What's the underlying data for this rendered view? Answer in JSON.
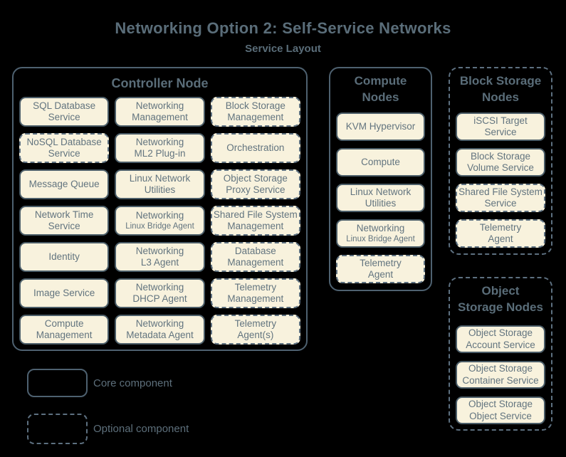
{
  "title": "Networking Option 2: Self-Service Networks",
  "subtitle": "Service Layout",
  "colors": {
    "background": "#000000",
    "box_fill": "#f8f2dd",
    "solid_border": "#4b5d68",
    "dashed_border": "#5d7080",
    "text": "#62747f",
    "heading": "#5a6d79"
  },
  "groups": [
    {
      "id": "controller",
      "title": "Controller Node",
      "title_lines": [
        "Controller Node"
      ],
      "border": "solid",
      "services": [
        {
          "lines": [
            "SQL Database",
            "Service"
          ],
          "optional": false
        },
        {
          "lines": [
            "Networking",
            "Management"
          ],
          "optional": false
        },
        {
          "lines": [
            "Block Storage",
            "Management"
          ],
          "optional": true
        },
        {
          "lines": [
            "NoSQL Database",
            "Service"
          ],
          "optional": true
        },
        {
          "lines": [
            "Networking",
            "ML2 Plug-in"
          ],
          "optional": false
        },
        {
          "lines": [
            "Orchestration"
          ],
          "optional": true
        },
        {
          "lines": [
            "Message Queue"
          ],
          "optional": false
        },
        {
          "lines": [
            "Linux Network",
            "Utilities"
          ],
          "optional": false
        },
        {
          "lines": [
            "Object Storage",
            "Proxy Service"
          ],
          "optional": true
        },
        {
          "lines": [
            "Network Time",
            "Service"
          ],
          "optional": false
        },
        {
          "lines": [
            "Networking"
          ],
          "small_lines": [
            "Linux Bridge Agent"
          ],
          "optional": false
        },
        {
          "lines": [
            "Shared File System",
            "Management"
          ],
          "optional": true
        },
        {
          "lines": [
            "Identity"
          ],
          "optional": false
        },
        {
          "lines": [
            "Networking",
            "L3 Agent"
          ],
          "optional": false
        },
        {
          "lines": [
            "Database",
            "Management"
          ],
          "optional": true
        },
        {
          "lines": [
            "Image Service"
          ],
          "optional": false
        },
        {
          "lines": [
            "Networking",
            "DHCP Agent"
          ],
          "optional": false
        },
        {
          "lines": [
            "Telemetry",
            "Management"
          ],
          "optional": true
        },
        {
          "lines": [
            "Compute",
            "Management"
          ],
          "optional": false
        },
        {
          "lines": [
            "Networking",
            "Metadata Agent"
          ],
          "optional": false
        },
        {
          "lines": [
            "Telemetry",
            "Agent(s)"
          ],
          "optional": true
        }
      ]
    },
    {
      "id": "compute",
      "title": "Compute Nodes",
      "title_lines": [
        "Compute",
        "Nodes"
      ],
      "border": "solid",
      "services": [
        {
          "lines": [
            "KVM Hypervisor"
          ],
          "optional": false
        },
        {
          "lines": [
            "Compute"
          ],
          "optional": false
        },
        {
          "lines": [
            "Linux Network",
            "Utilities"
          ],
          "optional": false
        },
        {
          "lines": [
            "Networking"
          ],
          "small_lines": [
            "Linux Bridge Agent"
          ],
          "optional": false
        },
        {
          "lines": [
            "Telemetry",
            "Agent"
          ],
          "optional": true
        }
      ]
    },
    {
      "id": "block",
      "title": "Block Storage Nodes",
      "title_lines": [
        "Block Storage",
        "Nodes"
      ],
      "border": "dashed",
      "services": [
        {
          "lines": [
            "iSCSI Target",
            "Service"
          ],
          "optional": false
        },
        {
          "lines": [
            "Block Storage",
            "Volume Service"
          ],
          "optional": false
        },
        {
          "lines": [
            "Shared File System",
            "Service"
          ],
          "optional": true
        },
        {
          "lines": [
            "Telemetry",
            "Agent"
          ],
          "optional": true
        }
      ]
    },
    {
      "id": "object",
      "title": "Object Storage Nodes",
      "title_lines": [
        "Object",
        "Storage Nodes"
      ],
      "border": "dashed",
      "services": [
        {
          "lines": [
            "Object Storage",
            "Account Service"
          ],
          "optional": false
        },
        {
          "lines": [
            "Object Storage",
            "Container Service"
          ],
          "optional": false
        },
        {
          "lines": [
            "Object Storage",
            "Object Service"
          ],
          "optional": false
        }
      ]
    }
  ],
  "legend": {
    "items": [
      {
        "style": "solid",
        "label": "Core component"
      },
      {
        "style": "dashed",
        "label": "Optional component"
      }
    ]
  }
}
